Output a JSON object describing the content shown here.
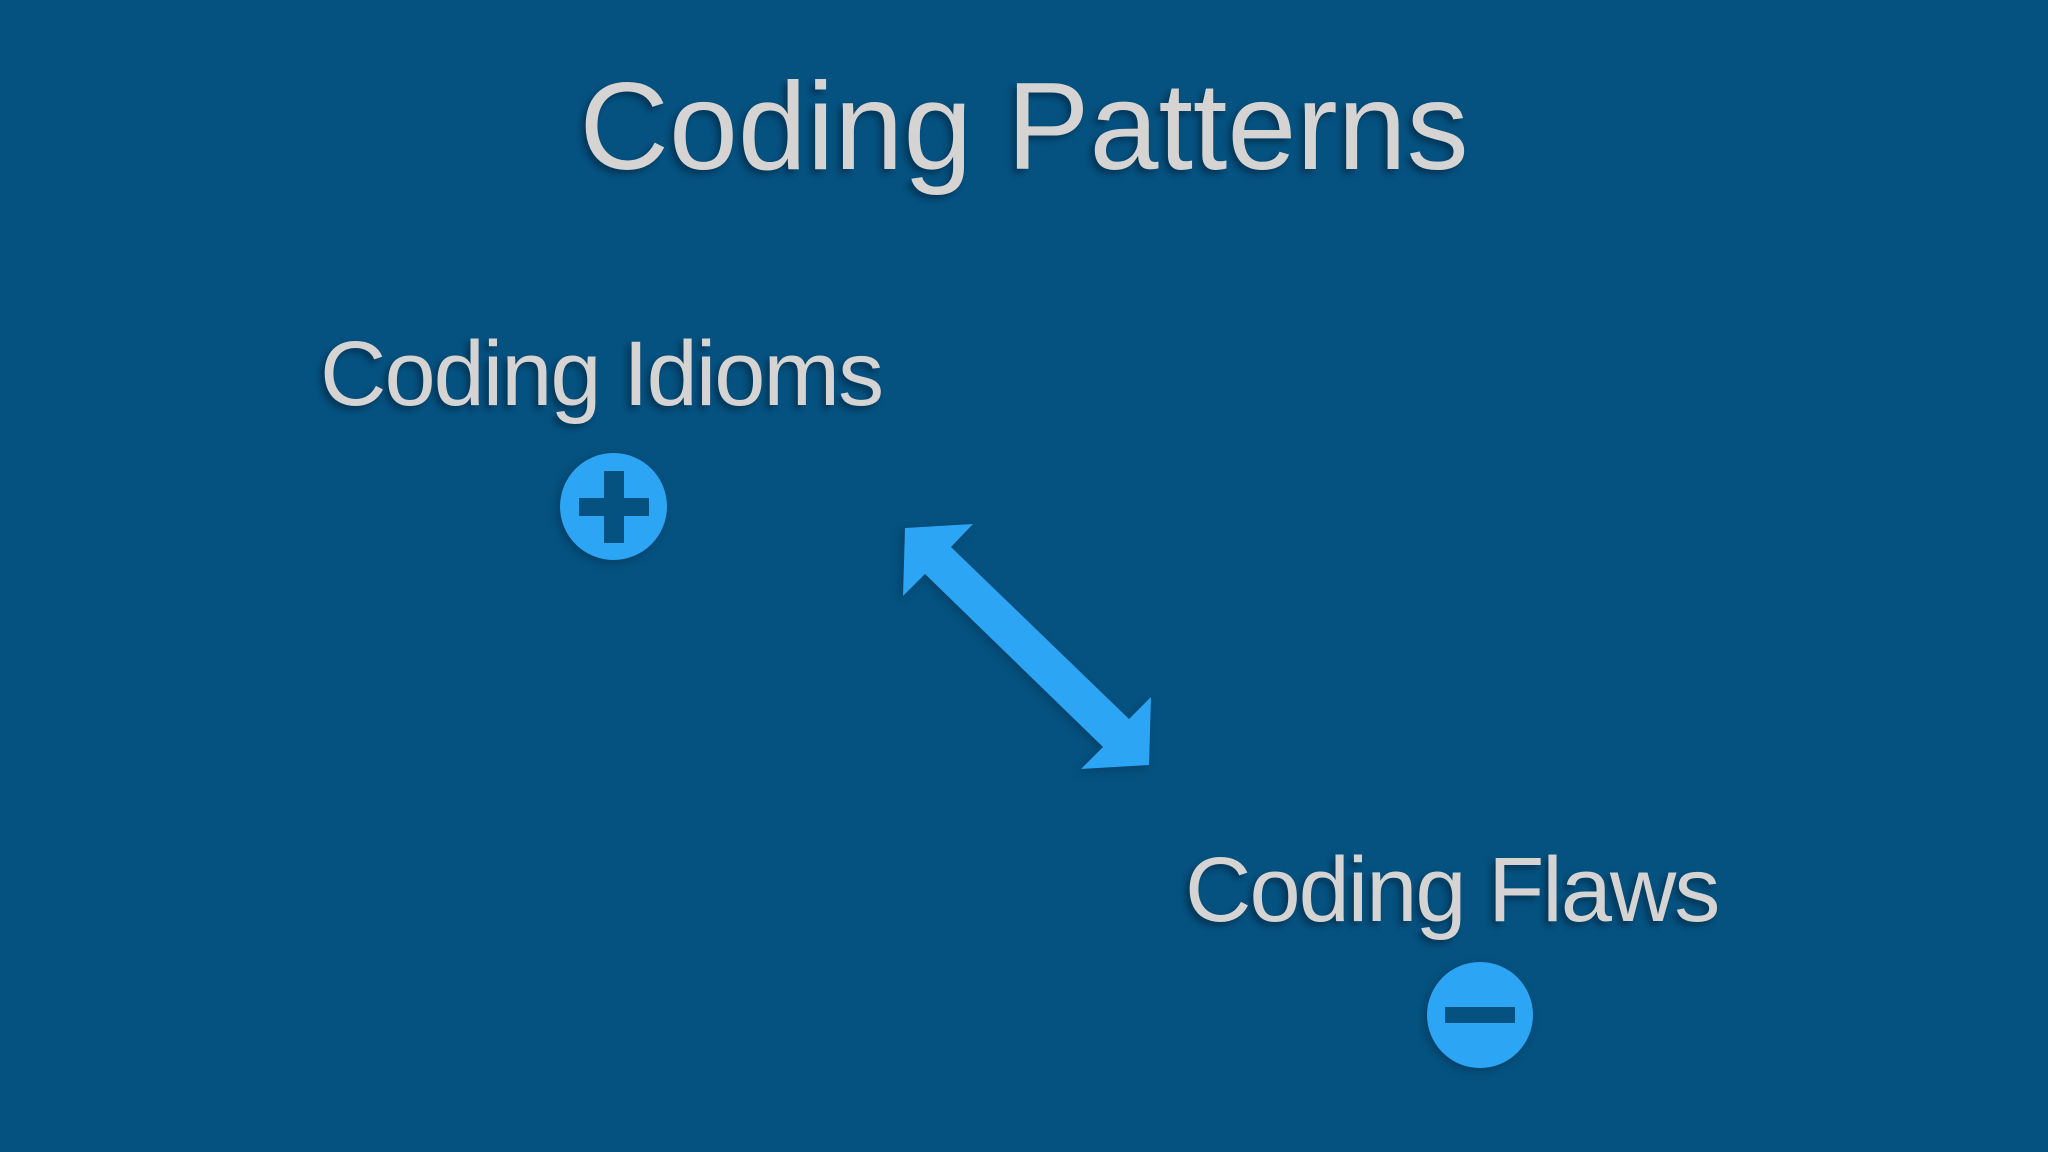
{
  "slide": {
    "title": "Coding Patterns",
    "nodes": [
      {
        "label": "Coding Idioms",
        "icon": "plus-circle-icon",
        "symbol": "+"
      },
      {
        "label": "Coding Flaws",
        "icon": "minus-circle-icon",
        "symbol": "−"
      }
    ],
    "connector": {
      "icon": "double-arrow-icon",
      "meaning": "bidirectional relationship"
    }
  },
  "colors": {
    "background": "#05517F",
    "accent": "#2CA5F5",
    "text": "#D5D4D2"
  }
}
